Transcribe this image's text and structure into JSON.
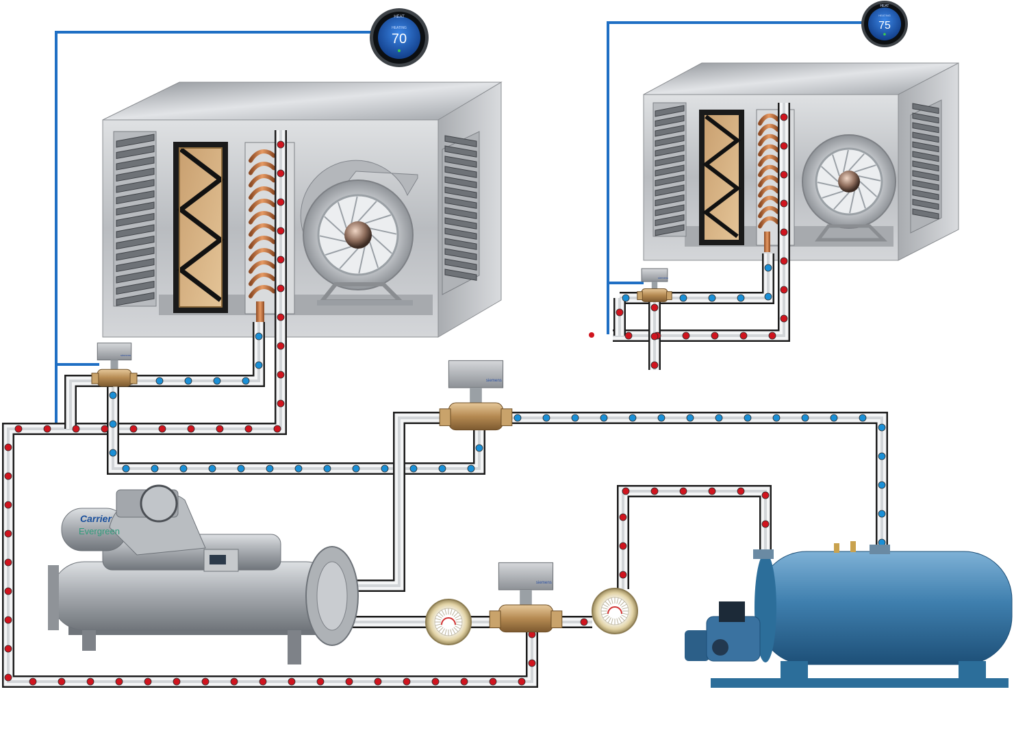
{
  "thermostats": [
    {
      "id": "t1",
      "mode_label": "HEAT",
      "sub_label": "HEATING",
      "setpoint": "70"
    },
    {
      "id": "t2",
      "mode_label": "HEAT",
      "sub_label": "HEATING",
      "setpoint": "75"
    }
  ],
  "chiller": {
    "brand": "Carrier",
    "model": "Evergreen"
  },
  "valve_brand": "siemens",
  "colors": {
    "hot_water": "#d0141e",
    "chilled_water": "#1a8fd6",
    "control_wire": "#1f6fc4",
    "thermostat_face": "#1c62c9",
    "boiler": "#3f7fae",
    "casing": "#c9cbce"
  }
}
